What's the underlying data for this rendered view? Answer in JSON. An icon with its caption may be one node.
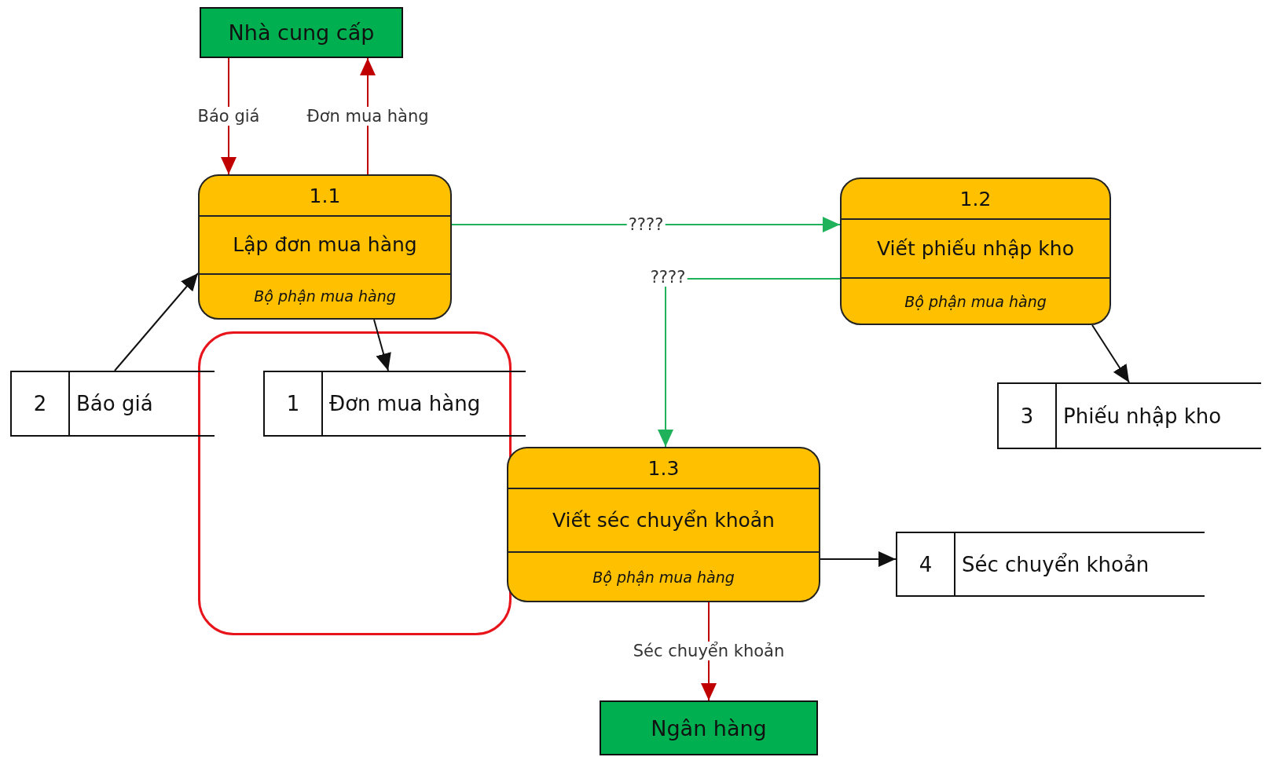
{
  "diagram": {
    "nodes": [
      {
        "text": [
          "Nhà cung cấp"
        ]
      },
      {
        "text": [
          "1.1",
          "Lập đơn mua hàng",
          "Bộ phận mua hàng"
        ]
      },
      {
        "text": [
          "1.2",
          "Viết phiếu nhập kho",
          "Bộ phận mua hàng"
        ]
      },
      {
        "text": [
          "2",
          "Báo giá"
        ]
      },
      {
        "text": [
          "1",
          "Đơn mua hàng"
        ]
      },
      {
        "text": [
          "3",
          "Phiếu nhập kho"
        ]
      },
      {
        "text": [
          "1.3",
          "Viết séc chuyển khoản",
          "Bộ phận mua hàng"
        ]
      },
      {
        "text": [
          "4",
          "Séc chuyển khoản"
        ]
      },
      {
        "text": [
          "Ngân hàng"
        ]
      }
    ],
    "edges": [
      {
        "from": 0,
        "to": 1,
        "arrow": "to",
        "label": "Báo giá",
        "color": "#c00000"
      },
      {
        "from": 1,
        "to": 0,
        "arrow": "to",
        "label": "Đơn mua hàng",
        "color": "#c00000"
      },
      {
        "from": 1,
        "to": 2,
        "arrow": "to",
        "label": "????",
        "color": "#1fb25a"
      },
      {
        "from": 2,
        "to": 6,
        "arrow": "to",
        "label": "????",
        "color": "#1fb25a"
      },
      {
        "from": 3,
        "to": 1,
        "arrow": "to"
      },
      {
        "from": 1,
        "to": 4,
        "arrow": "to"
      },
      {
        "from": 2,
        "to": 5,
        "arrow": "to"
      },
      {
        "from": 6,
        "to": 7,
        "arrow": "to"
      },
      {
        "from": 6,
        "to": 8,
        "arrow": "to",
        "label": "Séc chuyển khoản",
        "color": "#c00000"
      }
    ]
  }
}
